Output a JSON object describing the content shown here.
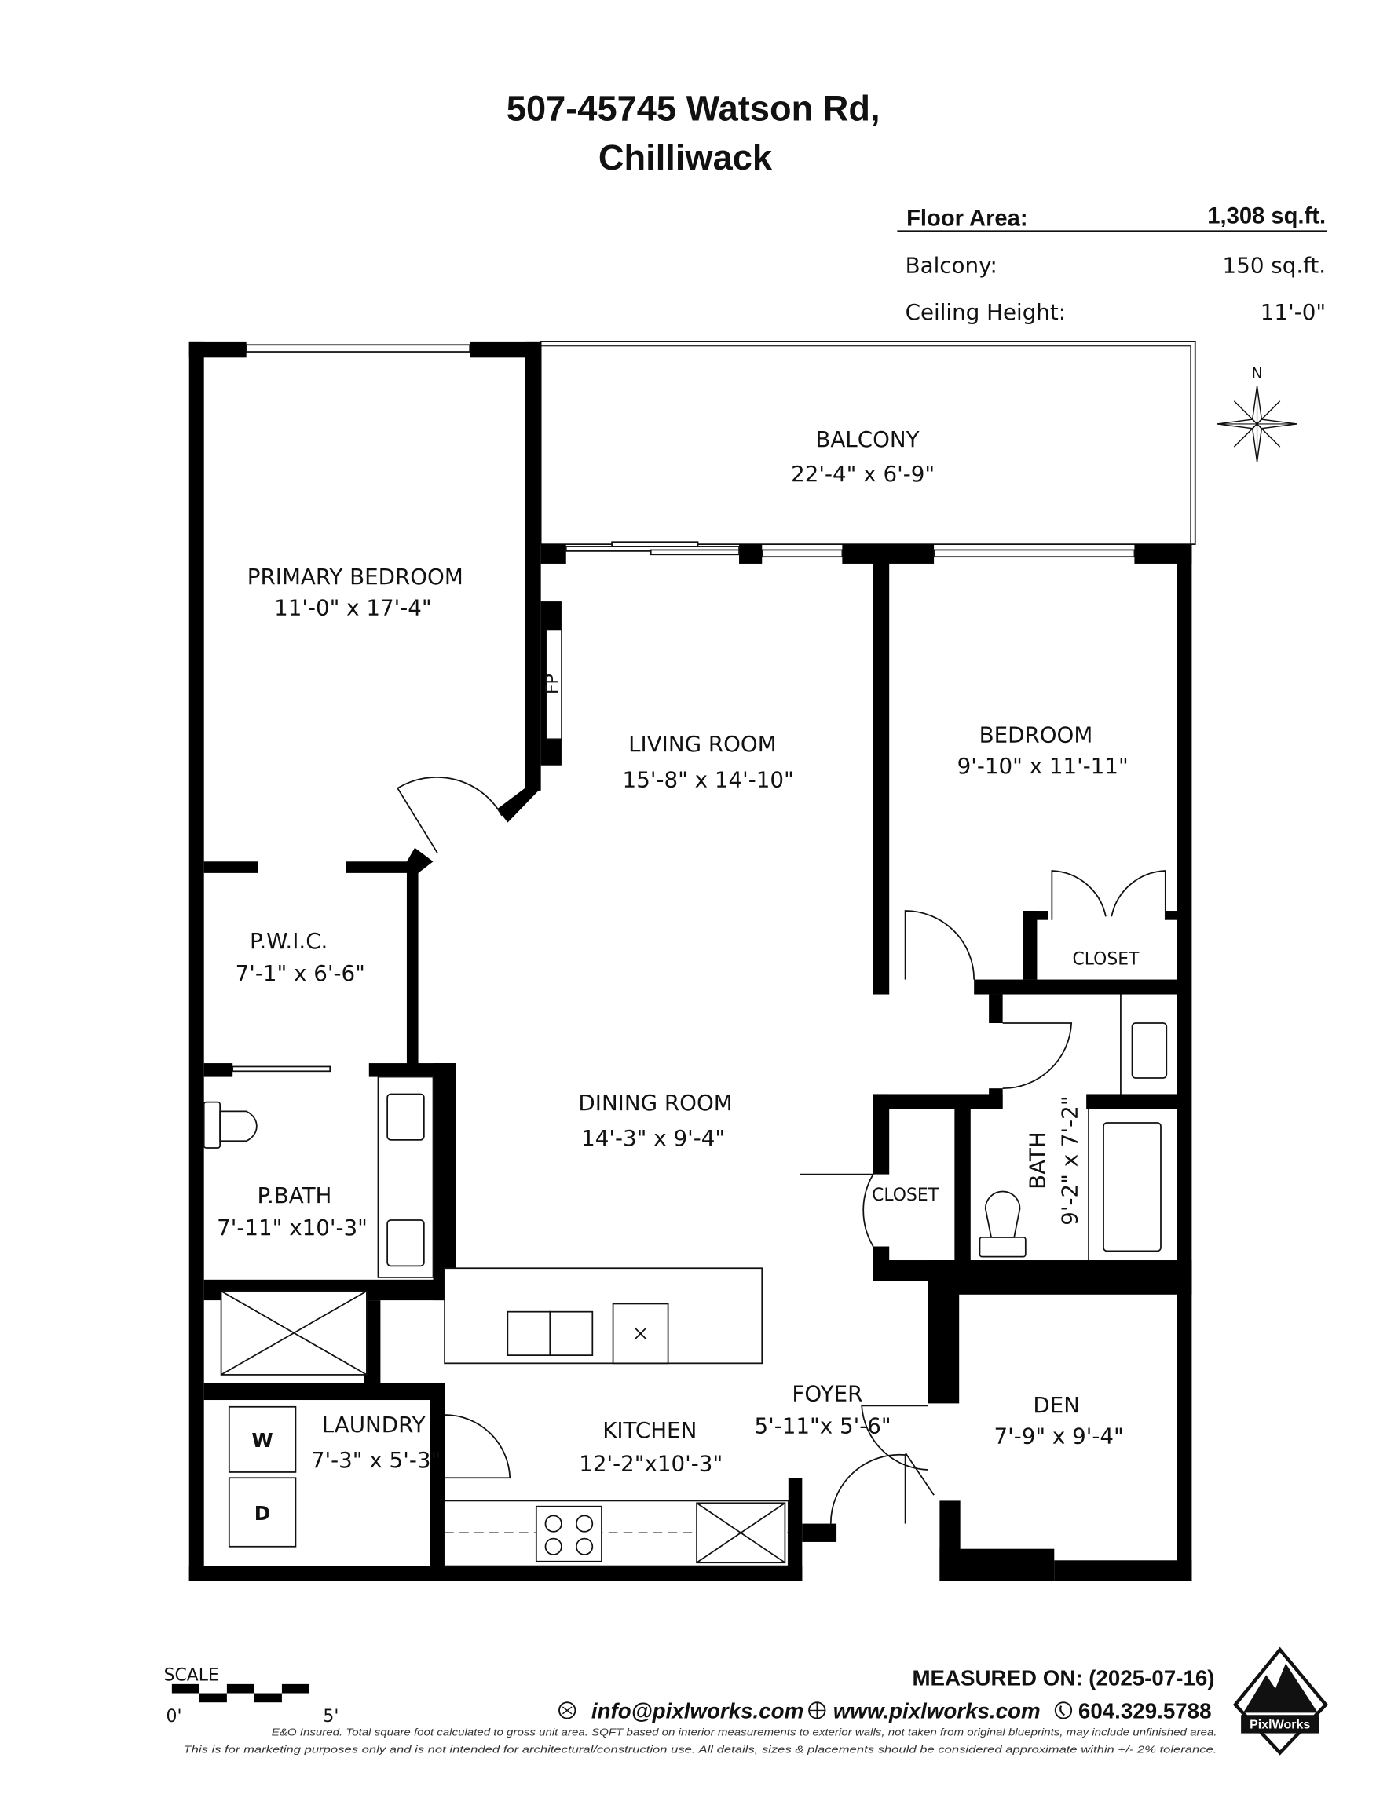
{
  "header": {
    "address_line1": "507-45745 Watson Rd,",
    "address_line2": "Chilliwack"
  },
  "area_table": {
    "rows": [
      {
        "label": "Floor Area:",
        "value": "1,308 sq.ft."
      },
      {
        "label": "Balcony:",
        "value": "150 sq.ft."
      },
      {
        "label": "Ceiling Height:",
        "value": "11'-0\""
      }
    ]
  },
  "compass": {
    "north_label": "N"
  },
  "rooms": {
    "balcony": {
      "name": "BALCONY",
      "size": "22'-4\" x 6'-9\""
    },
    "primary_bedroom": {
      "name": "PRIMARY BEDROOM",
      "size": "11'-0\" x 17'-4\""
    },
    "living_room": {
      "name": "LIVING ROOM",
      "size": "15'-8\" x 14'-10\""
    },
    "bedroom": {
      "name": "BEDROOM",
      "size": "9'-10\" x 11'-11\""
    },
    "pwic": {
      "name": "P.W.I.C.",
      "size": "7'-1\" x 6'-6\""
    },
    "bedroom_closet": {
      "name": "CLOSET"
    },
    "dining_room": {
      "name": "DINING ROOM",
      "size": "14'-3\" x 9'-4\""
    },
    "hall_closet": {
      "name": "CLOSET"
    },
    "bath": {
      "name": "BATH",
      "size": "9'-2\" x 7'-2\""
    },
    "p_bath": {
      "name": "P.BATH",
      "size": "7'-11\" x10'-3\""
    },
    "laundry": {
      "name": "LAUNDRY",
      "size": "7'-3\" x 5'-3\""
    },
    "kitchen": {
      "name": "KITCHEN",
      "size": "12'-2\"x10'-3\""
    },
    "foyer": {
      "name": "FOYER",
      "size": "5'-11\"x 5'-6\""
    },
    "den": {
      "name": "DEN",
      "size": "7'-9\" x 9'-4\""
    },
    "fireplace_label": "FP",
    "washer_label": "W",
    "dryer_label": "D"
  },
  "scale": {
    "label": "SCALE",
    "start": "0'",
    "end": "5'"
  },
  "footer": {
    "measured_on": "MEASURED ON: (2025-07-16)",
    "email": "info@pixlworks.com",
    "website": "www.pixlworks.com",
    "phone": "604.329.5788",
    "disclaimer_1": "E&O Insured.  Total square foot calculated to gross unit area. SQFT based on interior measurements to exterior walls, not taken from original blueprints, may include unfinished area.",
    "disclaimer_2": "This is for marketing purposes only and is not intended for architectural/construction use.  All details, sizes & placements should be considered approximate within +/- 2%  tolerance.",
    "logo_text": "PixlWorks",
    "icons": [
      "email-icon",
      "globe-icon",
      "phone-icon"
    ]
  }
}
